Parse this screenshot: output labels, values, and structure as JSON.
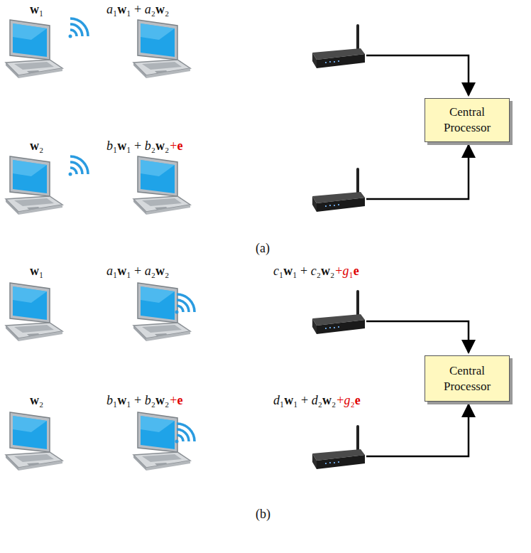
{
  "diagram": {
    "nodes": [
      {
        "text": [
          "Central Processor"
        ]
      },
      {
        "text": [
          "Central Processor"
        ]
      }
    ],
    "labels": [
      "w₁",
      "a₁w₁ + a₂w₂",
      "w₂",
      "b₁w₁ + b₂w₂",
      "+e",
      "(a)",
      "w₁",
      "a₁w₁ + a₂w₂",
      "c₁w₁ + c₂w₂",
      "+g₁e",
      "w₂",
      "b₁w₁ + b₂w₂",
      "+e",
      "d₁w₁ + d₂w₂",
      "+g₂e",
      "(b)"
    ]
  }
}
